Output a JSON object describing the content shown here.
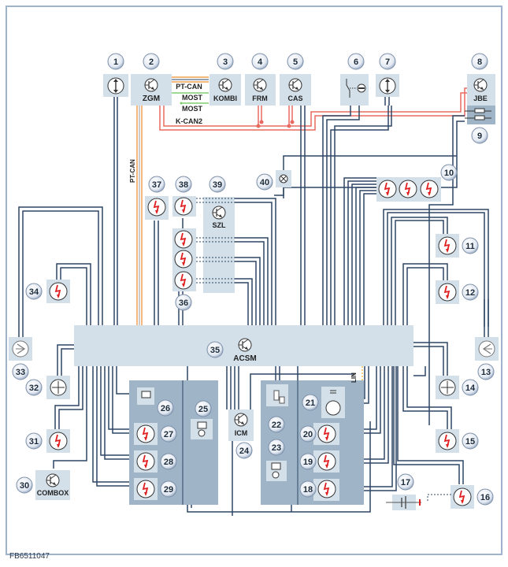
{
  "figure_id": "FB6511047",
  "colors": {
    "wire": "#2e4766",
    "module_fill": "#d3e0ea",
    "group_fill": "#9fb4c7",
    "pt_can": "#f0a050",
    "most": "#7fce6e",
    "k_can2": "#e86a60",
    "lin": "#f2c84a",
    "frame": "#9fb3cf",
    "squib_bolt": "#e02020"
  },
  "bus_labels": {
    "pt_can_top": "PT-CAN",
    "most_1": "MOST",
    "most_2": "MOST",
    "k_can2": "K-CAN2",
    "pt_can_vertical": "PT-CAN",
    "lin": "LIN"
  },
  "modules": {
    "zgm": "ZGM",
    "kombi": "KOMBI",
    "frm": "FRM",
    "cas": "CAS",
    "jbe": "JBE",
    "szl": "SZL",
    "acsm": "ACSM",
    "icm": "ICM",
    "combox": "COMBOX"
  },
  "callouts": {
    "n1": "1",
    "n2": "2",
    "n3": "3",
    "n4": "4",
    "n5": "5",
    "n6": "6",
    "n7": "7",
    "n8": "8",
    "n9": "9",
    "n10": "10",
    "n11": "11",
    "n12": "12",
    "n13": "13",
    "n14": "14",
    "n15": "15",
    "n16": "16",
    "n17": "17",
    "n18": "18",
    "n19": "19",
    "n20": "20",
    "n21": "21",
    "n22": "22",
    "n23": "23",
    "n24": "24",
    "n25": "25",
    "n26": "26",
    "n27": "27",
    "n28": "28",
    "n29": "29",
    "n30": "30",
    "n31": "31",
    "n32": "32",
    "n33": "33",
    "n34": "34",
    "n35": "35",
    "n36": "36",
    "n37": "37",
    "n38": "38",
    "n39": "39",
    "n40": "40"
  }
}
